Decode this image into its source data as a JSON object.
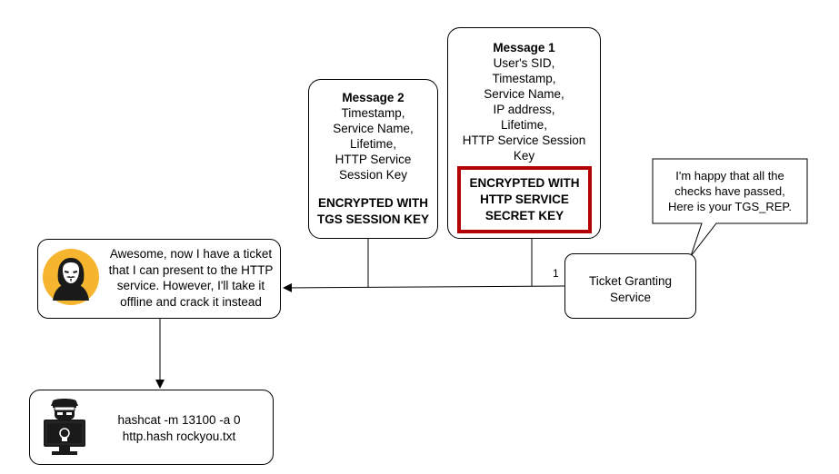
{
  "message1": {
    "title": "Message 1",
    "lines": [
      "User's SID,",
      "Timestamp,",
      "Service Name,",
      "IP address,",
      "Lifetime,",
      "HTTP Service Session",
      "Key"
    ],
    "encrypted_lines": [
      "ENCRYPTED WITH",
      "HTTP SERVICE",
      "SECRET KEY"
    ]
  },
  "message2": {
    "title": "Message 2",
    "lines": [
      "Timestamp,",
      "Service Name,",
      "Lifetime,",
      "HTTP Service",
      "Session Key"
    ],
    "encrypted_lines": [
      "ENCRYPTED WITH",
      "TGS SESSION KEY"
    ]
  },
  "tgs": {
    "lines": [
      "Ticket Granting",
      "Service"
    ],
    "speech_lines": [
      "I'm happy that all the",
      "checks have passed,",
      "Here is your TGS_REP."
    ]
  },
  "attacker": {
    "lines": [
      "Awesome, now I have a ticket",
      "that I can present to the HTTP",
      "service. However, I'll take it",
      "offline and crack it instead"
    ]
  },
  "crack": {
    "lines": [
      "hashcat -m 13100 -a 0",
      "http.hash rockyou.txt"
    ]
  },
  "arrow_label": "1",
  "colors": {
    "highlight_border": "#b40000",
    "avatar_bg": "#f5b52e"
  },
  "icons": {
    "attacker": "anonymous-mask-icon",
    "hacker": "hacker-computer-icon"
  }
}
